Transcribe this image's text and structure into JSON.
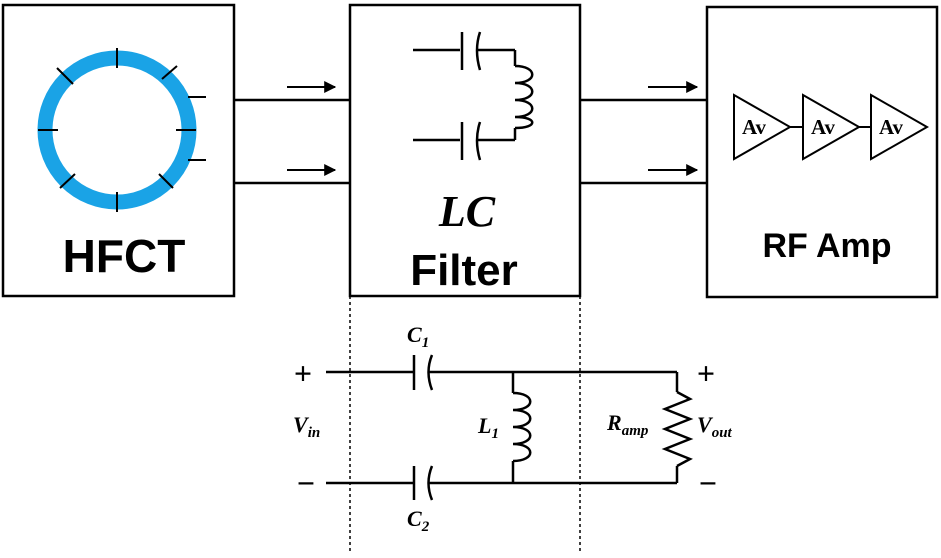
{
  "blocks": {
    "hfct": {
      "label": "HFCT"
    },
    "lc_filter": {
      "label_italic": "LC",
      "label": "Filter"
    },
    "rf_amp": {
      "label": "RF Amp",
      "stage_label": "Av"
    }
  },
  "circuit": {
    "c1": {
      "main": "C",
      "sub": "1"
    },
    "c2": {
      "main": "C",
      "sub": "2"
    },
    "l1": {
      "main": "L",
      "sub": "1"
    },
    "vin": {
      "main": "V",
      "sub": "in"
    },
    "ramp": {
      "main": "R",
      "sub": "amp"
    },
    "vout": {
      "main": "V",
      "sub": "out"
    },
    "plus": "+",
    "minus": "−"
  },
  "colors": {
    "coil": "#1aa3e6",
    "line": "#000000"
  }
}
